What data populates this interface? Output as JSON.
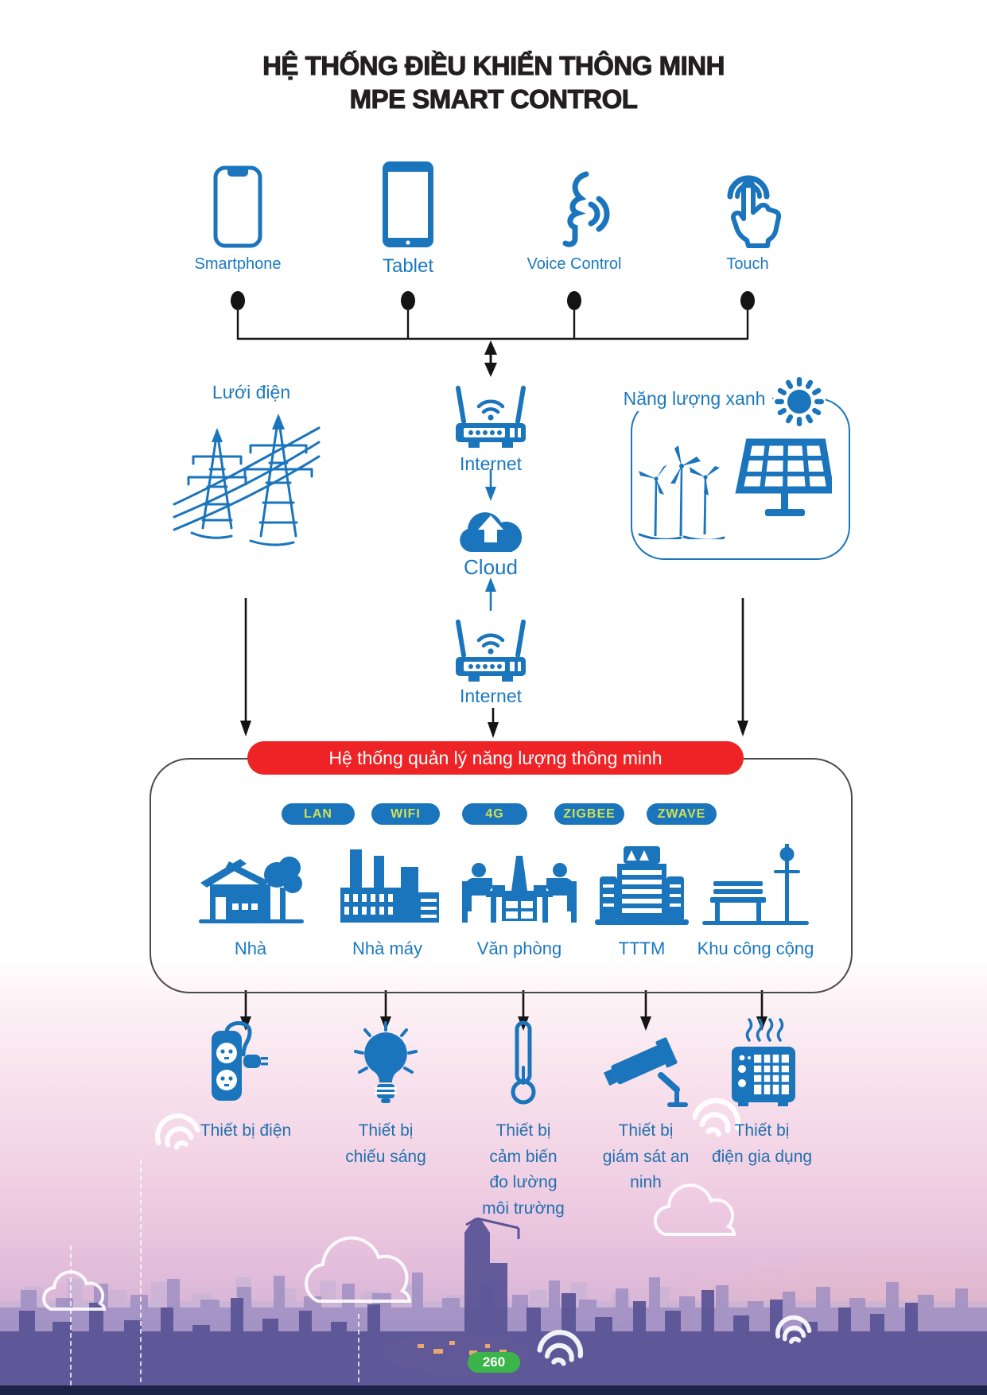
{
  "title": {
    "line1": "HỆ THỐNG ĐIỀU KHIỂN THÔNG MINH",
    "line2": "MPE SMART CONTROL"
  },
  "controls": {
    "items": [
      {
        "label": "Smartphone",
        "icon": "smartphone-icon"
      },
      {
        "label": "Tablet",
        "icon": "tablet-icon"
      },
      {
        "label": "Voice Control",
        "icon": "voice-control-icon"
      },
      {
        "label": "Touch",
        "icon": "touch-icon"
      }
    ]
  },
  "network": {
    "internet_top": "Internet",
    "cloud": "Cloud",
    "internet_bottom": "Internet"
  },
  "power_sources": {
    "grid_label": "Lưới điện",
    "green_label": "Năng lượng xanh",
    "green_icons": [
      "sun-icon",
      "wind-turbines-icon",
      "solar-panel-icon"
    ],
    "grid_icon": "power-lines-icon"
  },
  "ems": {
    "banner": "Hệ thống quản lý năng lượng thông minh",
    "protocols": [
      "LAN",
      "WIFI",
      "4G",
      "ZIGBEE",
      "ZWAVE"
    ],
    "locations": [
      {
        "label": "Nhà",
        "icon": "house-icon"
      },
      {
        "label": "Nhà máy",
        "icon": "factory-icon"
      },
      {
        "label": "Văn phòng",
        "icon": "office-icon"
      },
      {
        "label": "TTTM",
        "icon": "mall-icon"
      },
      {
        "label": "Khu công cộng",
        "icon": "public-space-icon"
      }
    ]
  },
  "end_devices": [
    {
      "label": "Thiết bị điện",
      "icon": "power-strip-icon"
    },
    {
      "label": "Thiết bị\nchiếu sáng",
      "icon": "light-bulb-icon"
    },
    {
      "label": "Thiết bị\ncảm biến\nđo lường\nmôi trường",
      "icon": "thermometer-icon"
    },
    {
      "label": "Thiết bị\ngiám sát an\nninh",
      "icon": "cctv-camera-icon"
    },
    {
      "label": "Thiết bị\nđiện gia dụng",
      "icon": "appliance-icon"
    }
  ],
  "footer": {
    "page_number": "260"
  },
  "colors": {
    "primary_blue": "#1b75bc",
    "label_blue": "#1b79c0",
    "red_banner": "#ee2326",
    "badge_text": "#cfe054",
    "page_pill_green": "#3bb54a",
    "title_dark": "#231f20",
    "footer_strip": "#1b2348"
  }
}
